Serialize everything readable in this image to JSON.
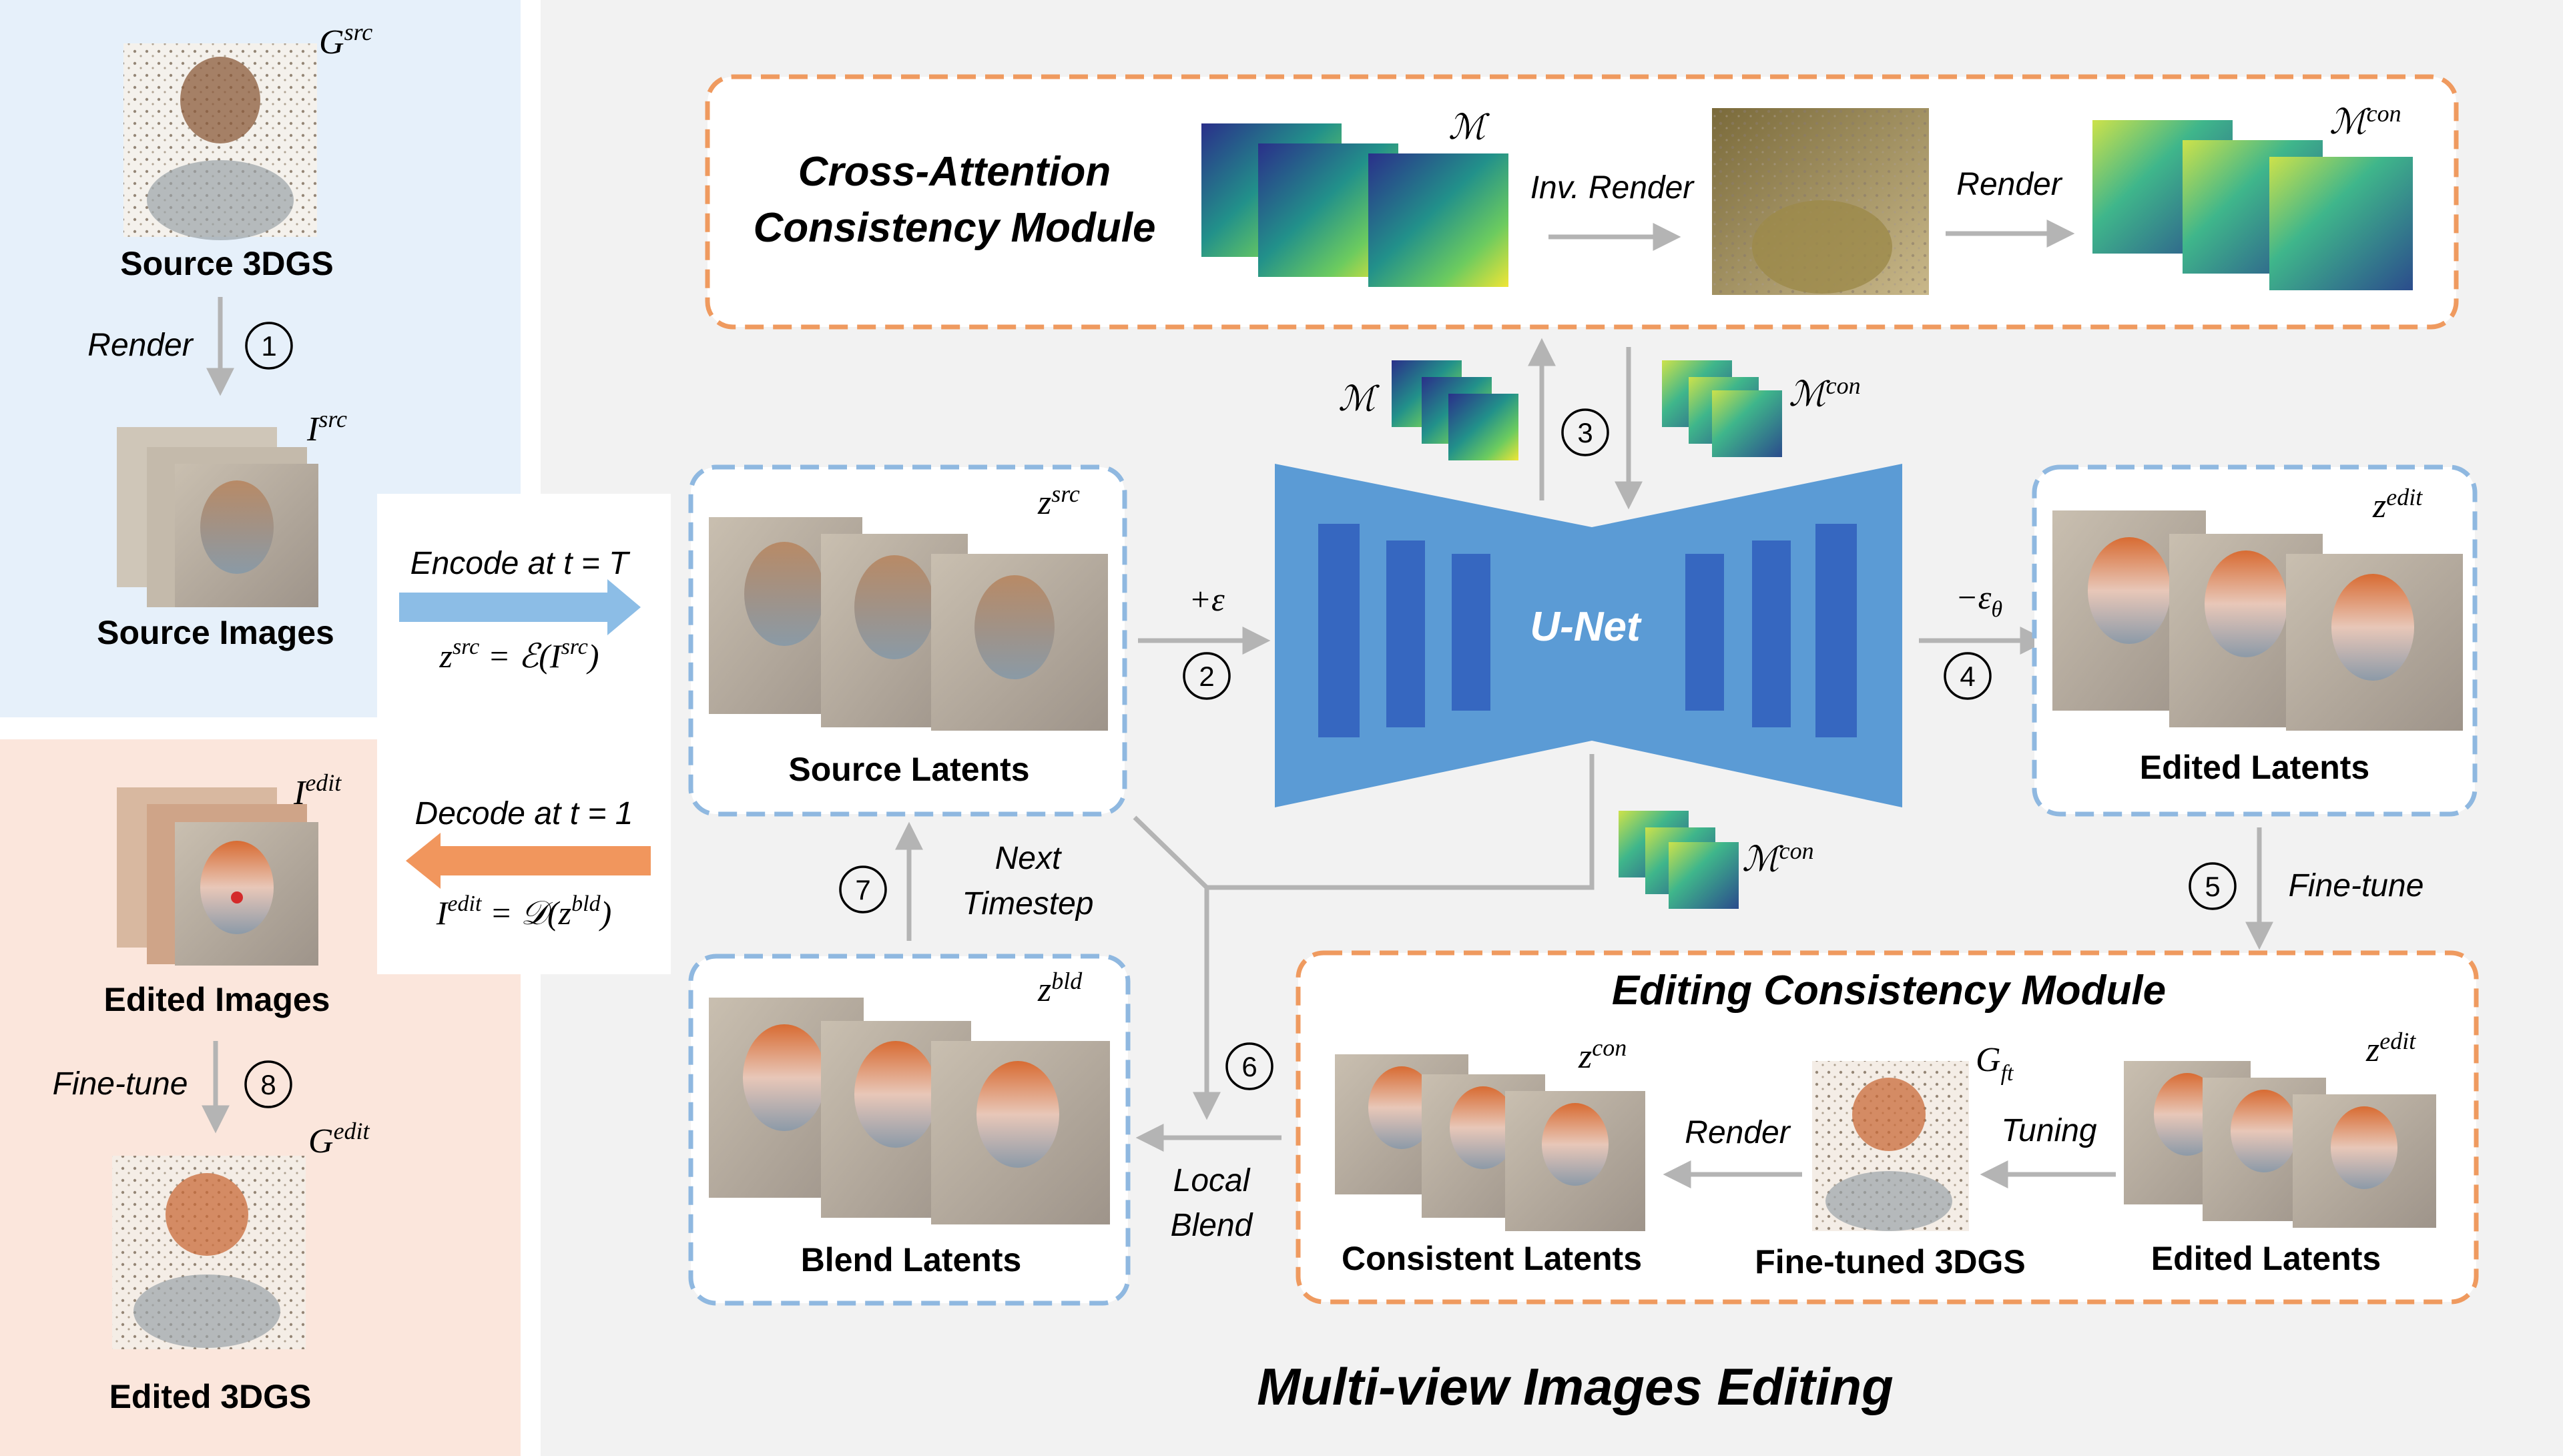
{
  "left": {
    "g_src": "G",
    "g_src_sup": "src",
    "source_3dgs": "Source 3DGS",
    "render": "Render",
    "step1": "1",
    "i_src": "I",
    "i_src_sup": "src",
    "source_images": "Source Images",
    "i_edit": "I",
    "i_edit_sup": "edit",
    "edited_images": "Edited Images",
    "finetune": "Fine-tune",
    "step8": "8",
    "g_edit": "G",
    "g_edit_sup": "edit",
    "edited_3dgs": "Edited 3DGS"
  },
  "encode": {
    "label": "Encode at t = T",
    "formula_lhs": "z",
    "formula_lhs_sup": "src",
    "formula_mid": " = ℰ(I",
    "formula_mid_sup": "src",
    "formula_end": ")"
  },
  "decode": {
    "label": "Decode at t = 1",
    "formula_lhs": "I",
    "formula_lhs_sup": "edit",
    "formula_mid": " = 𝒟(z",
    "formula_mid_sup": "bld",
    "formula_end": ")"
  },
  "cacm": {
    "title_line1": "Cross-Attention",
    "title_line2": "Consistency Module",
    "m": "ℳ",
    "inv_render": "Inv. Render",
    "render": "Render",
    "m_con": "ℳ",
    "m_con_sup": "con"
  },
  "middle": {
    "m_left": "ℳ",
    "step3": "3",
    "m_con": "ℳ",
    "m_con_sup": "con",
    "m_con_bottom": "ℳ",
    "m_con_bottom_sup": "con",
    "unet": "U-Net",
    "plus_eps": "+ε",
    "step2": "2",
    "minus_eps": "−ε",
    "minus_eps_sub": "θ",
    "step4": "4",
    "step6": "6",
    "local_blend_1": "Local",
    "local_blend_2": "Blend"
  },
  "source_latents": {
    "z": "z",
    "sup": "src",
    "label": "Source Latents"
  },
  "edited_latents_top": {
    "z": "z",
    "sup": "edit",
    "label": "Edited Latents"
  },
  "blend_latents": {
    "z": "z",
    "sup": "bld",
    "label": "Blend Latents"
  },
  "next_timestep": {
    "step7": "7",
    "line1": "Next",
    "line2": "Timestep"
  },
  "finetune_right": {
    "step5": "5",
    "label": "Fine-tune"
  },
  "ecm": {
    "title": "Editing Consistency Module",
    "consistent_z": "z",
    "consistent_sup": "con",
    "consistent_label": "Consistent Latents",
    "render": "Render",
    "g_ft": "G",
    "g_ft_sub": "ft",
    "finetuned_label": "Fine-tuned 3DGS",
    "tuning": "Tuning",
    "edited_z": "z",
    "edited_sup": "edit",
    "edited_label": "Edited Latents"
  },
  "footer": {
    "title": "Multi-view Images Editing"
  },
  "colors": {
    "blue_panel": "#e6f0fa",
    "peach_panel": "#fbe6dc",
    "gray_panel": "#f2f2f2",
    "blue_dash": "#8fb8e0",
    "orange_dash": "#ef9a5f",
    "unet_blue": "#5b9bd5",
    "unet_dark": "#3667c0",
    "encode_arrow": "#8cbde6",
    "decode_arrow": "#f1965d",
    "arrow_gray": "#b4b4b4"
  }
}
